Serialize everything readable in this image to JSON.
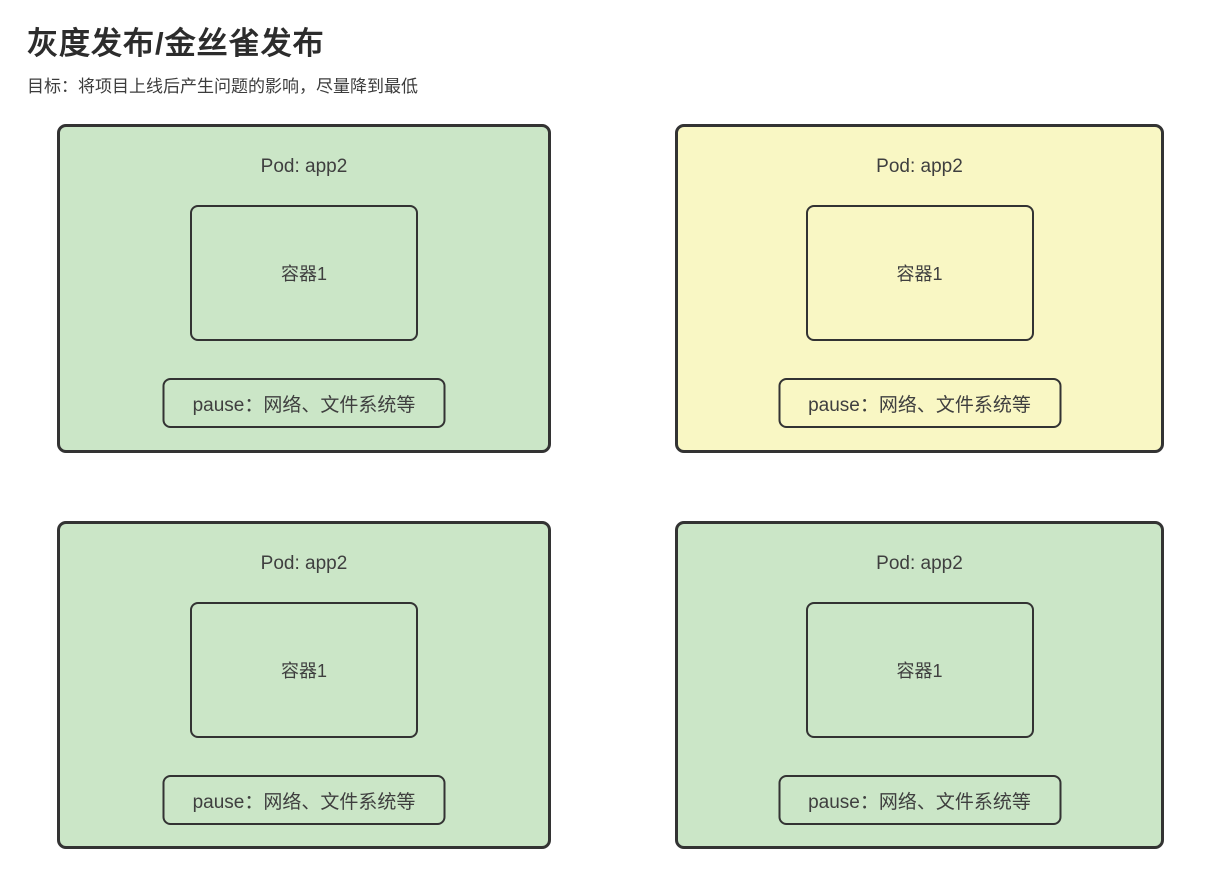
{
  "page": {
    "title": "灰度发布/金丝雀发布",
    "subtitle": "目标：将项目上线后产生问题的影响，尽量降到最低"
  },
  "colors": {
    "green": "#cbe6c7",
    "yellow": "#f9f7c4",
    "border": "#333333",
    "text": "#3a3a3a"
  },
  "pods": [
    {
      "title": "Pod: app2",
      "container_label": "容器1",
      "pause_label": "pause：网络、文件系统等",
      "variant": "green"
    },
    {
      "title": "Pod: app2",
      "container_label": "容器1",
      "pause_label": "pause：网络、文件系统等",
      "variant": "yellow"
    },
    {
      "title": "Pod: app2",
      "container_label": "容器1",
      "pause_label": "pause：网络、文件系统等",
      "variant": "green"
    },
    {
      "title": "Pod: app2",
      "container_label": "容器1",
      "pause_label": "pause：网络、文件系统等",
      "variant": "green"
    }
  ]
}
